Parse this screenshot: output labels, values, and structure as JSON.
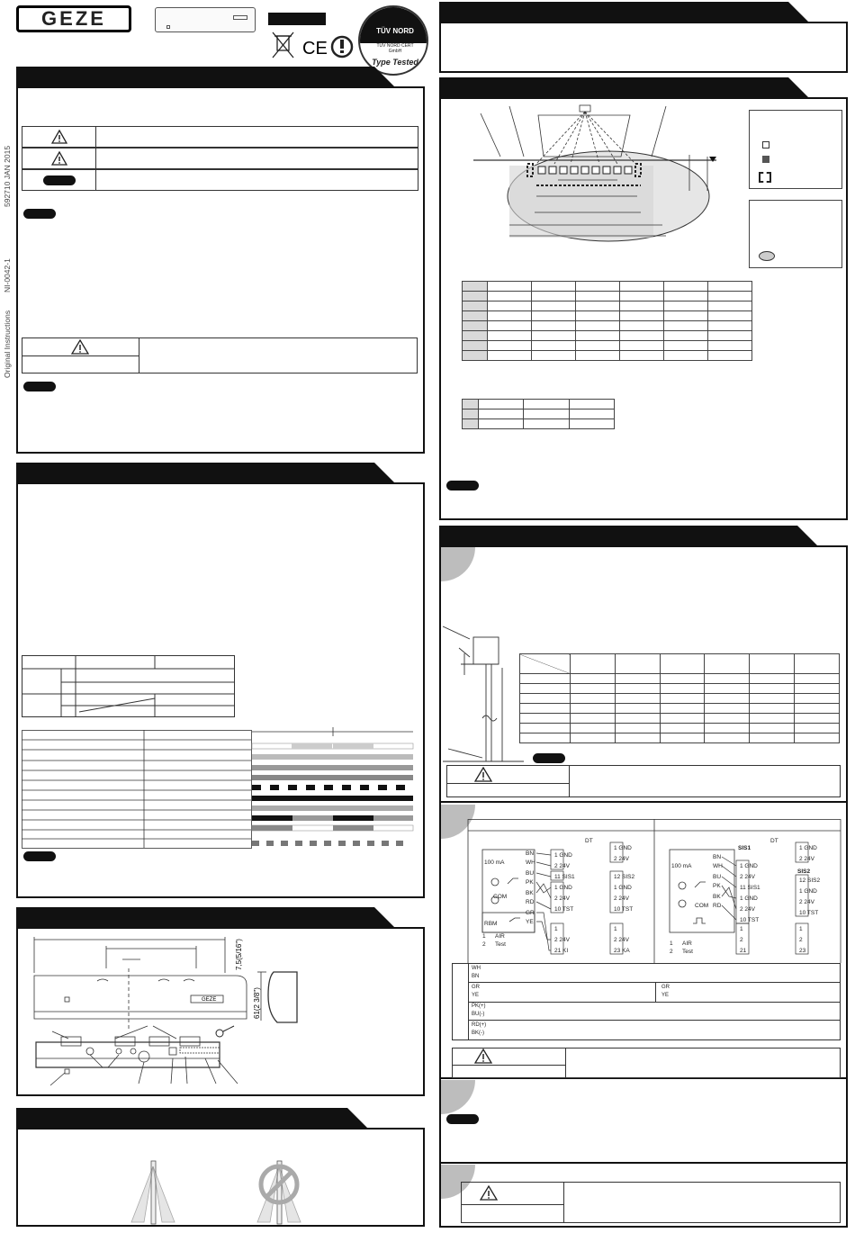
{
  "brand": {
    "logo": "GEZE"
  },
  "approval": {
    "tuv_line1": "TÜV NORD",
    "tuv_line2": "TÜV NORD CERT",
    "tuv_line3": "GmbH",
    "tuv_line4": "Type Tested"
  },
  "side_text": {
    "doc_number": "592710 JAN 2015",
    "code": "NI-0042-1",
    "original": "Original Instructions"
  },
  "dimension_labels": {
    "height": "7,5(5/16\")",
    "depth": "61(2 3/8\")"
  },
  "wiring": {
    "left": {
      "current": "100 mA",
      "relay": "RBM",
      "air": "AIR",
      "test": "Test",
      "air_no": "1",
      "test_no": "2",
      "com": "COM",
      "ut": "DT",
      "wires": [
        "BN",
        "WH",
        "BU",
        "PK",
        "BK",
        "RD",
        "GR",
        "YE"
      ],
      "terminals_a": [
        "1 GND",
        "2 24V",
        "11 SIS1",
        "1 GND",
        "2 24V",
        "10 TST"
      ],
      "terminals_b": [
        "1 GND",
        "2 24V",
        "12 SIS2",
        "1 GND",
        "2 24V",
        "10 TST"
      ],
      "ki": [
        "1",
        "2 24V",
        "21 KI"
      ],
      "ka": [
        "1",
        "2 24V",
        "23 KA"
      ]
    },
    "right": {
      "current": "100 mA",
      "air": "AIR",
      "test": "Test",
      "air_no": "1",
      "test_no": "2",
      "com": "COM",
      "sis1": "SIS1",
      "sis2": "SIS2",
      "ut": "DT",
      "wires": [
        "BN",
        "WH",
        "BU",
        "PK",
        "BK",
        "RD"
      ],
      "terminals_a": [
        "1 GND",
        "2 24V",
        "11 SIS1",
        "1 GND",
        "2 24V",
        "10 TST"
      ],
      "terminals_b": [
        "1 GND",
        "2 24V",
        "12 SIS2",
        "1 GND",
        "2 24V",
        "10 TST"
      ],
      "extra_a": [
        "1",
        "2",
        "21"
      ],
      "extra_b": [
        "1",
        "2",
        "23"
      ]
    },
    "legend": [
      "WH",
      "BN",
      "GR",
      "YE",
      "PK(+)",
      "BU(-)",
      "RD(+)",
      "BK(-)"
    ],
    "legend_right": [
      "GR",
      "YE"
    ]
  }
}
